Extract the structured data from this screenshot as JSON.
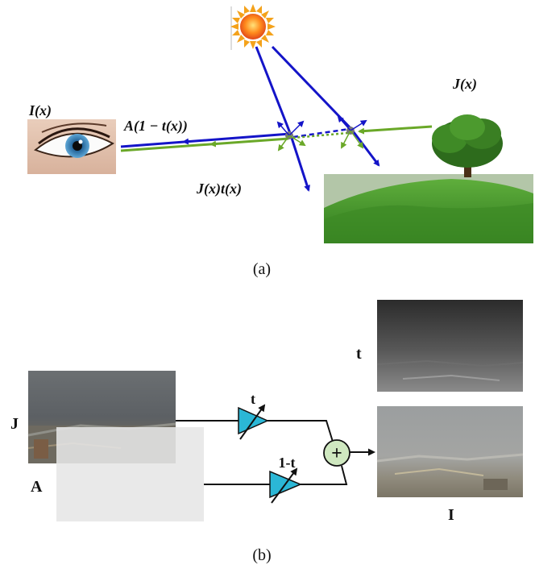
{
  "panel_a": {
    "caption": "(a)",
    "label_I": "I(x)",
    "label_A": "A(1 − t(x))",
    "label_Jt": "J(x)t(x)",
    "label_J": "J(x)"
  },
  "panel_b": {
    "caption": "(b)",
    "label_J": "J",
    "label_A": "A",
    "label_t_map": "t",
    "label_I": "I",
    "label_amp_t": "t",
    "label_amp_1t": "1-t",
    "sum_symbol": "+"
  },
  "colors": {
    "ray_blue": "#1414c8",
    "ray_green": "#6aa828",
    "amp_cyan": "#2bb7d6",
    "sum_green": "#cfe8c0"
  }
}
